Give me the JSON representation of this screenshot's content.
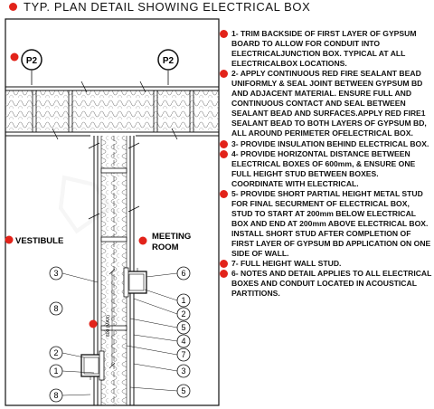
{
  "title": "TYP. PLAN DETAIL SHOWING ELECTRICAL BOX",
  "colors": {
    "accent": "#e2231a",
    "line": "#111111",
    "insulation": "#f4f4f4"
  },
  "gridlines": [
    "P2",
    "P2"
  ],
  "rooms": {
    "left": "VESTIBULE",
    "right_line1": "MEETING",
    "right_line2": "ROOM"
  },
  "callouts_left": [
    "3",
    "8",
    "2",
    "1",
    "8"
  ],
  "callouts_right": [
    "6",
    "1",
    "2",
    "5",
    "4",
    "7",
    "3",
    "5"
  ],
  "dimension": "600 (MAX)",
  "notes": [
    "1- TRIM BACKSIDE OF FIRST LAYER OF GYPSUM BOARD    TO ALLOW FOR CONDUIT INTO ELECTRICALJUNCTION BOX. TYPICAL AT ALL ELECTRICALBOX LOCATIONS.",
    "2- APPLY CONTINUOUS RED FIRE SEALANT BEAD    UNIFORMLY & SEAL JOINT BETWEEN GYPSUM BD    AND ADJACENT MATERIAL. ENSURE FULL AND CONTINUOUS CONTACT AND SEAL BETWEEN SEALANT    BEAD AND SURFACES.APPLY RED FIRE1 SEALANT BEAD TO BOTH LAYERS OF GYPSUM BD, ALL AROUND PERIMETER OFELECTRICAL BOX.",
    "3- PROVIDE INSULATION BEHIND ELECTRICAL BOX.",
    "4- PROVIDE HORIZONTAL DISTANCE BETWEEN    ELECTRICAL BOXES OF 600mm, & ENSURE ONE FULL HEIGHT STUD BETWEEN BOXES. COORDINATE WITH ELECTRICAL.",
    "5- PROVIDE SHORT PARTIAL HEIGHT METAL STUD    FOR FINAL SECURMENT OF ELECTRICAL BOX, STUD TO START AT 200mm BELOW ELECTRICAL BOX AND END AT 200mm ABOVE ELECTRICAL BOX. INSTALL SHORT STUD AFTER COMPLETION OF FIRST LAYER OF GYPSUM BD APPLICATION ON ONE SIDE OF WALL.",
    "7- FULL HEIGHT WALL STUD.",
    "6- NOTES AND DETAIL APPLIES TO ALL ELECTRICAL    BOXES AND CONDUIT LOCATED IN ACOUSTICAL PARTITIONS."
  ]
}
